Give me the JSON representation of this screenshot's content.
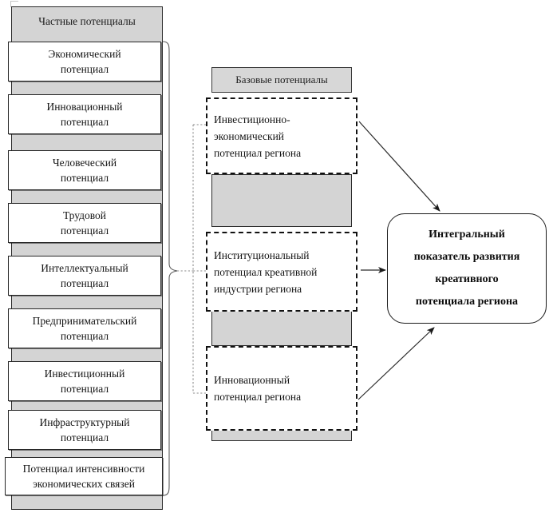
{
  "diagram": {
    "title_left": "Частные потенциалы",
    "title_center": "Базовые потенциалы",
    "private_potentials": [
      "Экономический\nпотенциал",
      "Инновационный\nпотенциал",
      "Человеческий\nпотенциал",
      "Трудовой\nпотенциал",
      "Интеллектуальный\nпотенциал",
      "Предпринимательский\nпотенциал",
      "Инвестиционный\nпотенциал",
      "Инфраструктурный\nпотенциал",
      "Потенциал интенсивности\nэкономических связей"
    ],
    "private_potentials_lines": [
      [
        "Экономический",
        "потенциал"
      ],
      [
        "Инновационный",
        "потенциал"
      ],
      [
        "Человеческий",
        "потенциал"
      ],
      [
        "Трудовой",
        "потенциал"
      ],
      [
        "Интеллектуальный",
        "потенциал"
      ],
      [
        "Предпринимательский",
        "потенциал"
      ],
      [
        "Инвестиционный",
        "потенциал"
      ],
      [
        "Инфраструктурный",
        "потенциал"
      ],
      [
        "Потенциал интенсивности",
        "экономических связей"
      ]
    ],
    "base_potentials": [
      {
        "lines": [
          "Инвестиционно-",
          "экономический",
          "потенциал региона"
        ],
        "text": "Инвестиционно-экономический потенциал региона"
      },
      {
        "lines": [
          "Институциональный",
          "потенциал креативной",
          "индустрии региона"
        ],
        "text": "Институциональный потенциал креативной индустрии региона"
      },
      {
        "lines": [
          "Инновационный",
          "потенциал региона"
        ],
        "text": "Инновационный потенциал региона"
      }
    ],
    "result": {
      "lines": [
        "Интегральный",
        "показатель развития",
        "креативного",
        "потенциала региона"
      ],
      "text": "Интегральный показатель развития креативного потенциала региона"
    },
    "colors": {
      "gray_fill": "#d4d4d4",
      "box_fill": "#ffffff",
      "stroke": "#1a1a1a",
      "dotted": "#8a8a8a"
    }
  }
}
